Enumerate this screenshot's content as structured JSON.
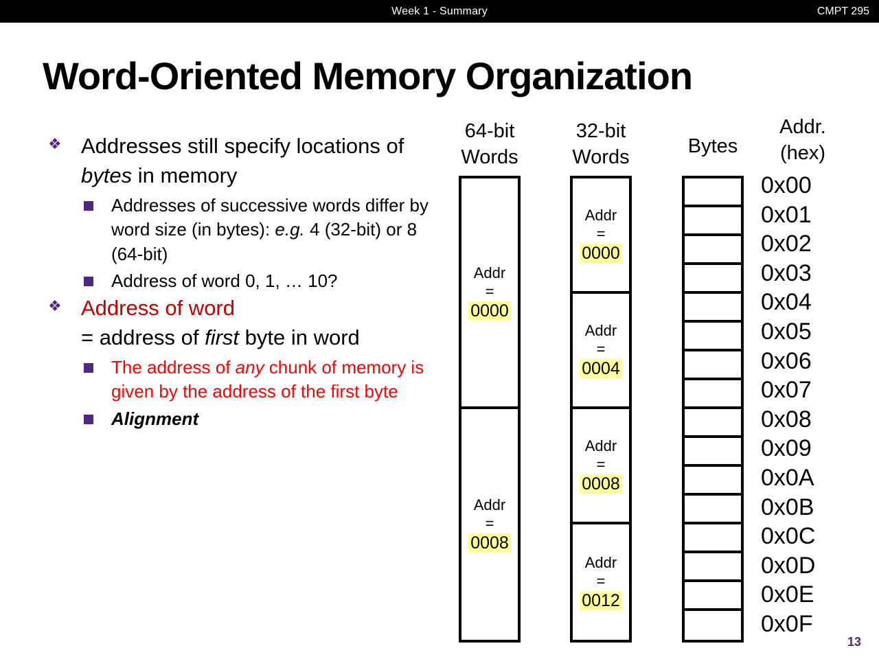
{
  "banner": {
    "center": "Week 1 - Summary",
    "right": "CMPT 295"
  },
  "title": "Word-Oriented Memory Organization",
  "bullets": [
    {
      "marker": "❖",
      "level": 1,
      "text_html": "Addresses still specify locations of <i>bytes</i> in memory",
      "text": "Addresses still specify locations of bytes in memory",
      "color": "#000000"
    },
    {
      "marker": "▪",
      "level": 2,
      "text_html": "Addresses of successive words differ by word size (in bytes): <i>e.g.</i> 4 (32-bit) or 8 (64-bit)",
      "text": "Addresses of successive words differ by word size (in bytes): e.g. 4 (32-bit) or 8 (64-bit)",
      "color": "#000000"
    },
    {
      "marker": "▪",
      "level": 2,
      "text_html": "Address of word 0, 1, … 10?",
      "text": "Address of word 0, 1, … 10?",
      "color": "#000000"
    },
    {
      "marker": "❖",
      "level": 1,
      "text_html": "<span class=\"darkred\">Address of word</span><br>= address of <i>first</i> byte in word",
      "text": "Address of word = address of first byte in word",
      "color": "#C00000"
    },
    {
      "marker": "▪",
      "level": 2,
      "text_html": "<span class=\"red\">The address of <i>any</i> chunk of memory is given by the address of the first byte</span>",
      "text": "The address of any chunk of memory is given by the address of the first byte",
      "color": "#FF0000"
    },
    {
      "marker": "▪",
      "level": 2,
      "text_html": "<b><i>Alignment</i></b>",
      "text": "Alignment",
      "color": "#000000"
    }
  ],
  "diagram": {
    "columns": [
      {
        "id": "words64",
        "header_lines": [
          "64-bit",
          "Words"
        ],
        "cells": [
          {
            "label": "Addr",
            "eq": "=",
            "value": "0000"
          },
          {
            "label": "Addr",
            "eq": "=",
            "value": "0008"
          }
        ]
      },
      {
        "id": "words32",
        "header_lines": [
          "32-bit",
          "Words"
        ],
        "cells": [
          {
            "label": "Addr",
            "eq": "=",
            "value": "0000"
          },
          {
            "label": "Addr",
            "eq": "=",
            "value": "0004"
          },
          {
            "label": "Addr",
            "eq": "=",
            "value": "0008"
          },
          {
            "label": "Addr",
            "eq": "=",
            "value": "0012"
          }
        ]
      },
      {
        "id": "bytes",
        "header_lines": [
          "Bytes"
        ],
        "cells": [
          {},
          {},
          {},
          {},
          {},
          {},
          {},
          {},
          {},
          {},
          {},
          {},
          {},
          {},
          {},
          {}
        ]
      }
    ],
    "addr_header_lines": [
      "Addr.",
      "(hex)"
    ],
    "addresses": [
      "0x00",
      "0x01",
      "0x02",
      "0x03",
      "0x04",
      "0x05",
      "0x06",
      "0x07",
      "0x08",
      "0x09",
      "0x0A",
      "0x0B",
      "0x0C",
      "0x0D",
      "0x0E",
      "0x0F"
    ],
    "highlight_color": "#FFFF99",
    "border_color": "#000000"
  },
  "slide_number": "13",
  "accent_purple": "#4F2683"
}
